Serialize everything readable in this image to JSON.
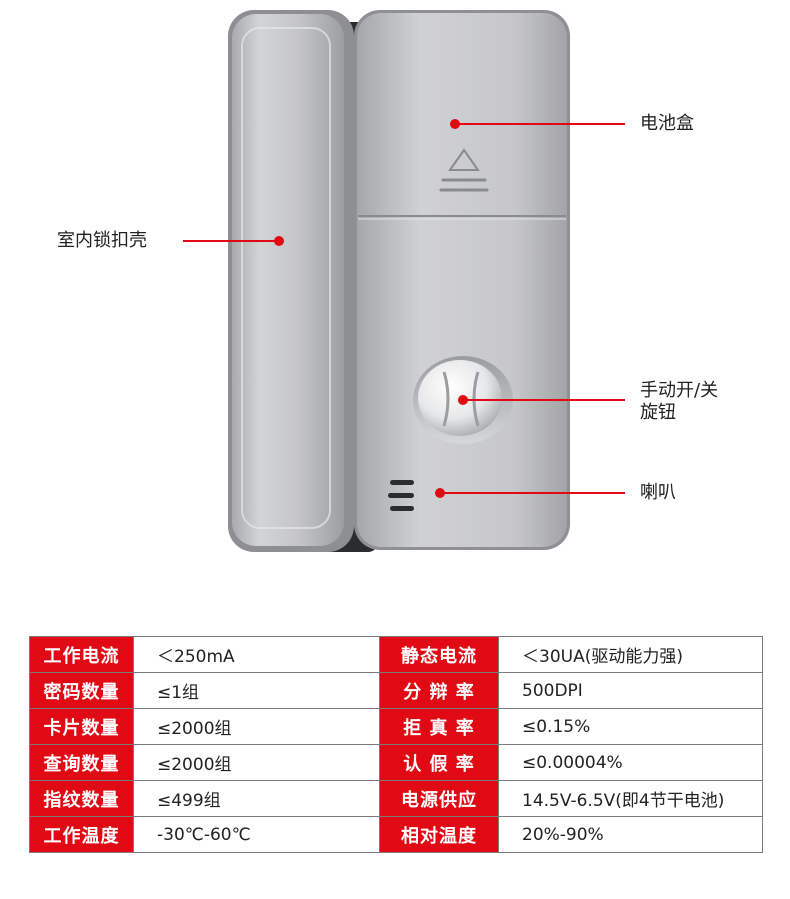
{
  "callouts": {
    "battery_box": "电池盒",
    "inner_shell": "室内锁扣壳",
    "knob_line1": "手动开/关",
    "knob_line2": "旋钮",
    "speaker": "喇叭"
  },
  "colors": {
    "accent_red": "#e10a14",
    "lock_silver": "#c9cacc",
    "lock_dark": "#2b2c2e"
  },
  "specs": [
    {
      "k1": "工作电流",
      "v1": "＜250mA",
      "k2": "静态电流",
      "v2": "＜30UA(驱动能力强)"
    },
    {
      "k1": "密码数量",
      "v1": "≤1组",
      "k2": "分 辩 率",
      "v2": "500DPI"
    },
    {
      "k1": "卡片数量",
      "v1": "≤2000组",
      "k2": "拒 真 率",
      "v2": "≤0.15%"
    },
    {
      "k1": "查询数量",
      "v1": "≤2000组",
      "k2": "认 假 率",
      "v2": "≤0.00004%"
    },
    {
      "k1": "指纹数量",
      "v1": "≤499组",
      "k2": "电源供应",
      "v2": "14.5V-6.5V(即4节干电池)"
    },
    {
      "k1": "工作温度",
      "v1": "-30℃-60℃",
      "k2": "相对温度",
      "v2": "20%-90%"
    }
  ]
}
